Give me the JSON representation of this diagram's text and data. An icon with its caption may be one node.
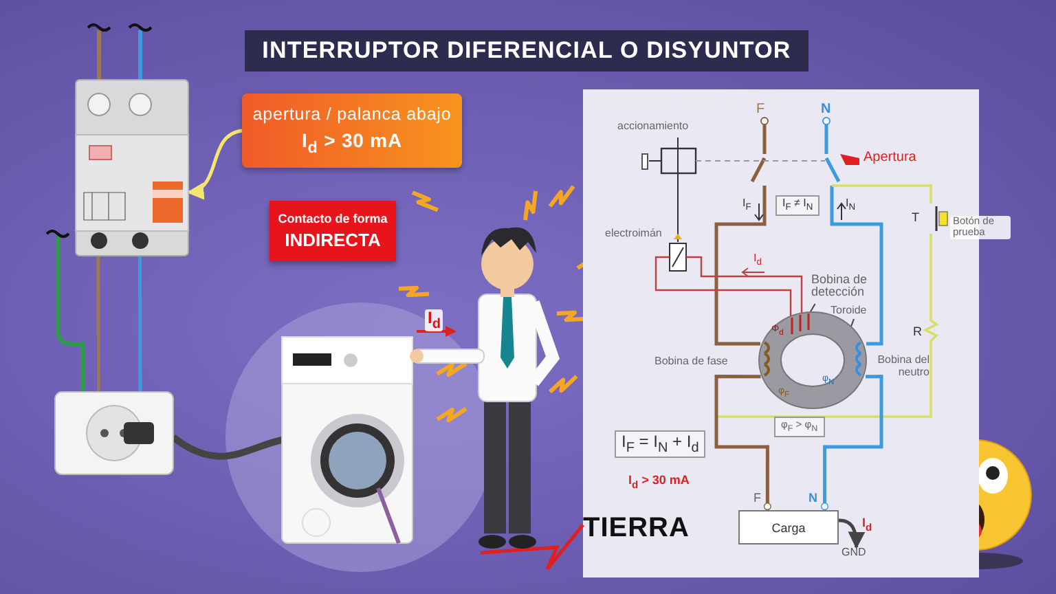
{
  "diagram": {
    "title": "INTERRUPTOR DIFERENCIAL O DISYUNTOR",
    "nodes": [
      {
        "text": [
          "apertura / palanca abajo",
          "I$_{d}$ > 30 mA"
        ]
      },
      {
        "text": [],
        "shape": "picture"
      },
      {
        "text": [
          "Contacto de forma",
          "INDIRECTA"
        ]
      },
      {
        "text": [],
        "shape": "picture"
      },
      {
        "text": [],
        "shape": "picture"
      },
      {
        "text": [],
        "shape": "person"
      },
      {
        "text": [
          "TIERRA"
        ]
      },
      {
        "text": [
          "Carga"
        ],
        "beside": [
          "F",
          "N"
        ]
      },
      {
        "text": [
          "GND"
        ]
      },
      {
        "text": [],
        "shape": "picture"
      },
      {
        "text": [
          "Bobina de detección"
        ]
      },
      {
        "text": [
          "Toroide"
        ]
      }
    ],
    "edges": [
      {
        "from": 0,
        "to": 1,
        "arrow": "to",
        "color": "#f3e66e"
      },
      {
        "from": 3,
        "to": 4,
        "arrow": "none",
        "style": "thick"
      },
      {
        "from": 5,
        "to": 6,
        "arrow": "none",
        "color": "#e02020"
      },
      {
        "from": 7,
        "to": 8,
        "arrow": "to",
        "label": "I$_{d}$"
      },
      {
        "from": 10,
        "to": 9,
        "arrow": "none"
      },
      {
        "from": 11,
        "to": 9,
        "arrow": "none"
      },
      {
        "from": 1,
        "to": 3,
        "arrow": "none",
        "color": "#a07850"
      },
      {
        "from": 1,
        "to": 3,
        "arrow": "none",
        "color": "#3a9be0"
      },
      {
        "from": 9,
        "to": 7,
        "arrow": "other",
        "color": "#8a6040"
      },
      {
        "from": 9,
        "to": 7,
        "arrow": "other",
        "color": "#3a9be0"
      }
    ],
    "labels": [
      "I$_{d}$",
      "F",
      "N",
      "accionamiento",
      "Apertura",
      "I$_{F}$",
      "I$_{F}$ ≠ I$_{N}$",
      "I$_{N}$",
      "T",
      "Botón de prueba",
      "electroimán",
      "I$_{d}$",
      "Φ$_{d}$",
      "R",
      "Bobina de fase",
      "φ$_{F}$",
      "φ$_{N}$",
      "Bobina del neutro",
      "φ$_{F}$ > φ$_{N}$",
      "I$_{F}$ = I$_{N}$ + I$_{d}$",
      "I$_{d}$ > 30 mA"
    ]
  }
}
